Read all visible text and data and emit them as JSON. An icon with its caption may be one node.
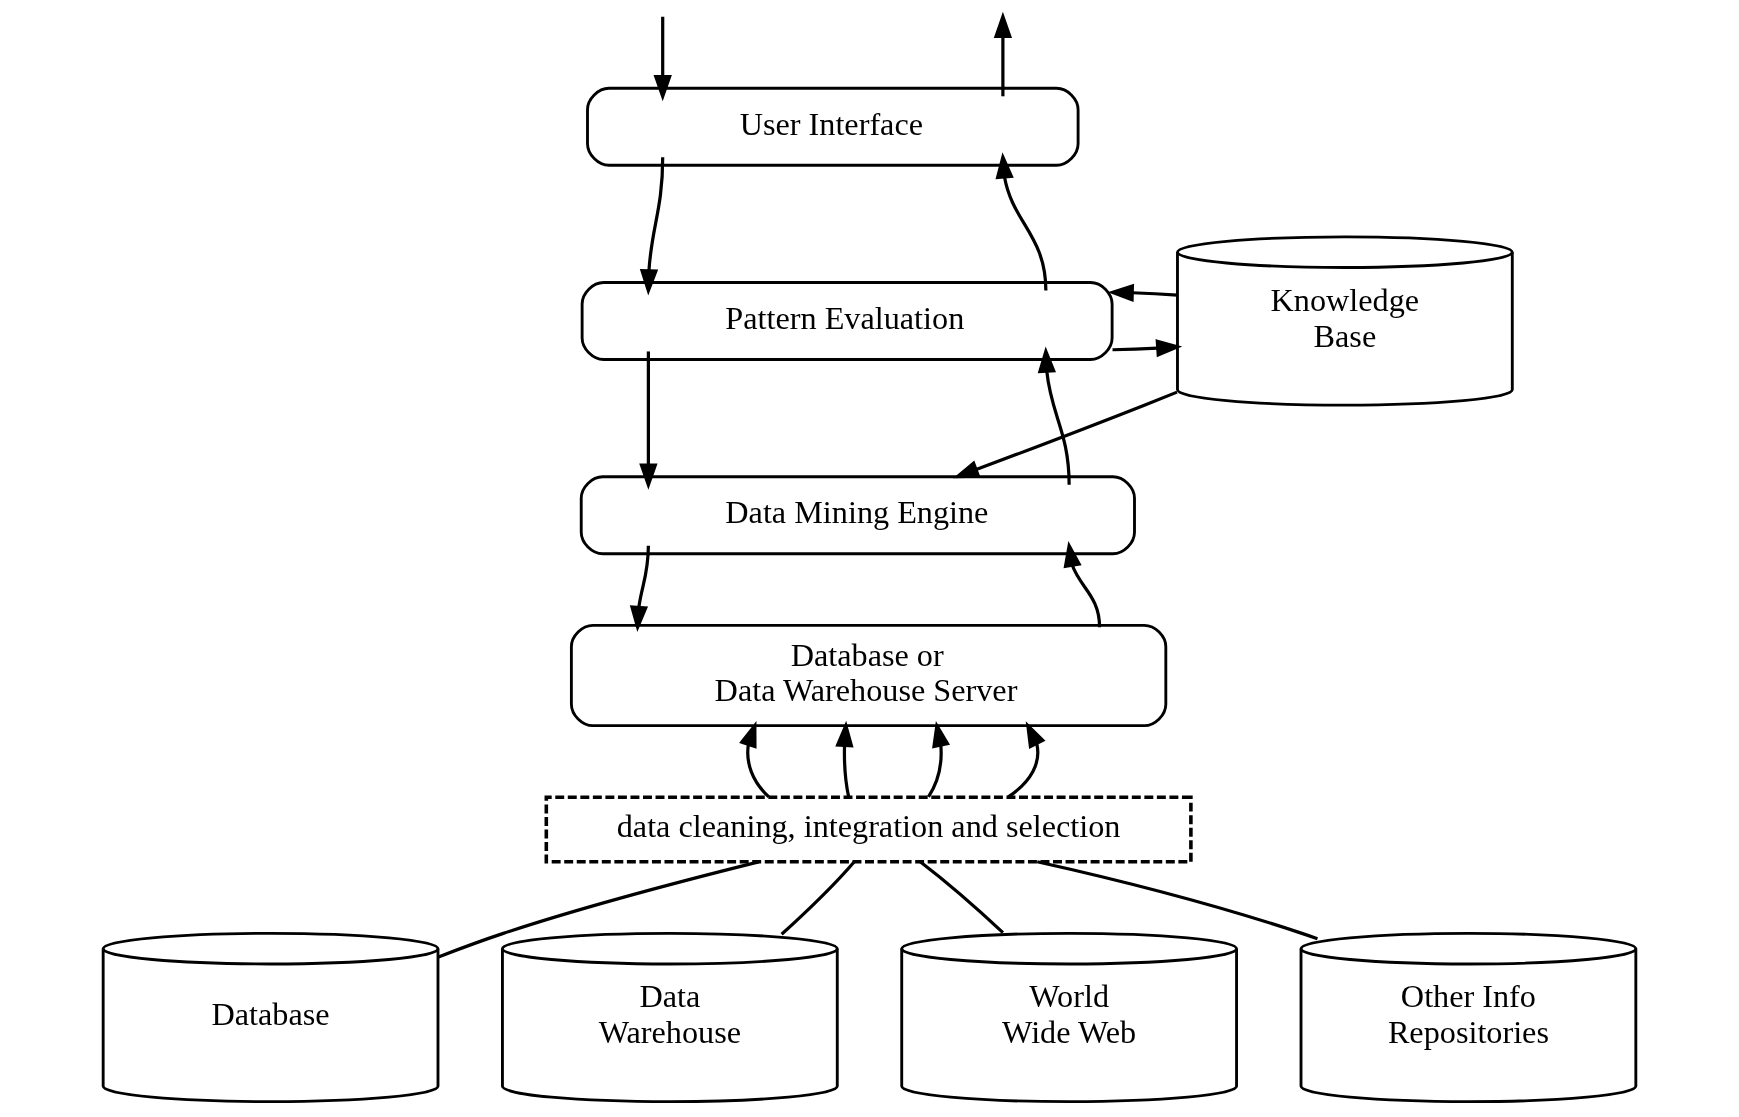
{
  "diagram": {
    "nodes": [
      {
        "text": [
          "User Interface"
        ]
      },
      {
        "text": [
          "Pattern Evaluation"
        ]
      },
      {
        "text": [
          "Knowledge Base"
        ]
      },
      {
        "text": [
          "Data Mining Engine"
        ]
      },
      {
        "text": [
          "Database or Data Warehouse Server"
        ]
      },
      {
        "text": [
          "data cleaning, integration and selection"
        ]
      },
      {
        "text": [
          "Database"
        ]
      },
      {
        "text": [
          "Data Warehouse"
        ]
      },
      {
        "text": [
          "World Wide Web"
        ]
      },
      {
        "text": [
          "Other Info Repositories"
        ]
      }
    ],
    "edges": [
      {
        "from": 0,
        "to": null,
        "arrow": "to"
      },
      {
        "from": null,
        "to": 0,
        "arrow": "to"
      },
      {
        "from": 0,
        "to": 1,
        "arrow": "to"
      },
      {
        "from": 1,
        "to": 0,
        "arrow": "to"
      },
      {
        "from": 1,
        "to": 2,
        "arrow": "to"
      },
      {
        "from": 2,
        "to": 1,
        "arrow": "to"
      },
      {
        "from": 2,
        "to": 3,
        "arrow": "to"
      },
      {
        "from": 1,
        "to": 3,
        "arrow": "to"
      },
      {
        "from": 3,
        "to": 1,
        "arrow": "to"
      },
      {
        "from": 3,
        "to": 4,
        "arrow": "to"
      },
      {
        "from": 4,
        "to": 3,
        "arrow": "to"
      },
      {
        "from": 5,
        "to": 4,
        "arrow": "to"
      },
      {
        "from": 5,
        "to": 4,
        "arrow": "to"
      },
      {
        "from": 5,
        "to": 4,
        "arrow": "to"
      },
      {
        "from": 5,
        "to": 4,
        "arrow": "to"
      },
      {
        "from": 6,
        "to": 5,
        "arrow": "none"
      },
      {
        "from": 7,
        "to": 5,
        "arrow": "none"
      },
      {
        "from": 8,
        "to": 5,
        "arrow": "none"
      },
      {
        "from": 9,
        "to": 5,
        "arrow": "none"
      }
    ]
  }
}
